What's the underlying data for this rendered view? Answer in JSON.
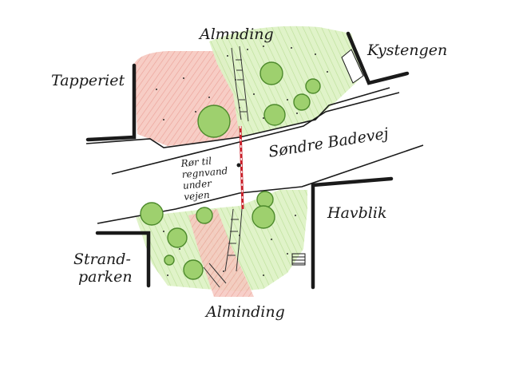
{
  "labels": {
    "alminding_north": "Almnding",
    "kystengen": "Kystengen",
    "tapperiet": "Tapperiet",
    "road": "Søndre Badevej",
    "pipe_line1": "Rør til",
    "pipe_line2": "regnvand",
    "pipe_line3": "under",
    "pipe_line4": "vejen",
    "havblik": "Havblik",
    "strandparken_line1": "Strand-",
    "strandparken_line2": "parken",
    "alminding_south": "Alminding"
  },
  "colors": {
    "ink": "#1a1a1a",
    "green_area": "#d4ecb4",
    "red_area": "#f3bdb4",
    "tree_fill": "#9ed06e",
    "tree_stroke": "#4d8a2c",
    "pipe": "#c81e28"
  }
}
